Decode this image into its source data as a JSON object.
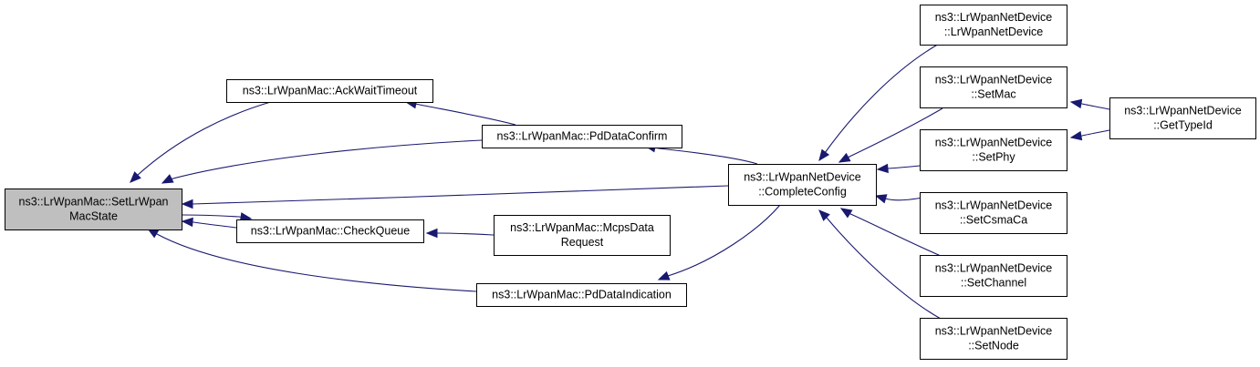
{
  "diagram": {
    "nodes": [
      {
        "id": "set_state",
        "lines": [
          "ns3::LrWpanMac::SetLrWpan",
          "MacState"
        ],
        "focus": true
      },
      {
        "id": "ack_wait",
        "lines": [
          "ns3::LrWpanMac::AckWaitTimeout"
        ]
      },
      {
        "id": "pd_confirm",
        "lines": [
          "ns3::LrWpanMac::PdDataConfirm"
        ]
      },
      {
        "id": "check_queue",
        "lines": [
          "ns3::LrWpanMac::CheckQueue"
        ]
      },
      {
        "id": "mcps_req",
        "lines": [
          "ns3::LrWpanMac::McpsData",
          "Request"
        ]
      },
      {
        "id": "pd_ind",
        "lines": [
          "ns3::LrWpanMac::PdDataIndication"
        ]
      },
      {
        "id": "complete_cfg",
        "lines": [
          "ns3::LrWpanNetDevice",
          "::CompleteConfig"
        ]
      },
      {
        "id": "ctor",
        "lines": [
          "ns3::LrWpanNetDevice",
          "::LrWpanNetDevice"
        ]
      },
      {
        "id": "set_mac",
        "lines": [
          "ns3::LrWpanNetDevice",
          "::SetMac"
        ]
      },
      {
        "id": "set_phy",
        "lines": [
          "ns3::LrWpanNetDevice",
          "::SetPhy"
        ]
      },
      {
        "id": "set_csma",
        "lines": [
          "ns3::LrWpanNetDevice",
          "::SetCsmaCa"
        ]
      },
      {
        "id": "set_channel",
        "lines": [
          "ns3::LrWpanNetDevice",
          "::SetChannel"
        ]
      },
      {
        "id": "set_node",
        "lines": [
          "ns3::LrWpanNetDevice",
          "::SetNode"
        ]
      },
      {
        "id": "get_type",
        "lines": [
          "ns3::LrWpanNetDevice",
          "::GetTypeId"
        ]
      }
    ],
    "edges": [
      {
        "from": "ack_wait",
        "to": "set_state"
      },
      {
        "from": "pd_confirm",
        "to": "set_state"
      },
      {
        "from": "complete_cfg",
        "to": "set_state"
      },
      {
        "from": "check_queue",
        "to": "set_state"
      },
      {
        "from": "set_state",
        "to": "check_queue"
      },
      {
        "from": "pd_ind",
        "to": "set_state"
      },
      {
        "from": "pd_confirm",
        "to": "ack_wait"
      },
      {
        "from": "complete_cfg",
        "to": "pd_confirm"
      },
      {
        "from": "mcps_req",
        "to": "check_queue"
      },
      {
        "from": "complete_cfg",
        "to": "pd_ind"
      },
      {
        "from": "ctor",
        "to": "complete_cfg"
      },
      {
        "from": "set_mac",
        "to": "complete_cfg"
      },
      {
        "from": "set_phy",
        "to": "complete_cfg"
      },
      {
        "from": "set_csma",
        "to": "complete_cfg"
      },
      {
        "from": "set_channel",
        "to": "complete_cfg"
      },
      {
        "from": "set_node",
        "to": "complete_cfg"
      },
      {
        "from": "get_type",
        "to": "set_mac"
      },
      {
        "from": "get_type",
        "to": "set_phy"
      }
    ],
    "colors": {
      "edge": "#191970",
      "focus_fill": "#bfbfbf",
      "node_fill": "#ffffff",
      "border": "#000000"
    }
  }
}
